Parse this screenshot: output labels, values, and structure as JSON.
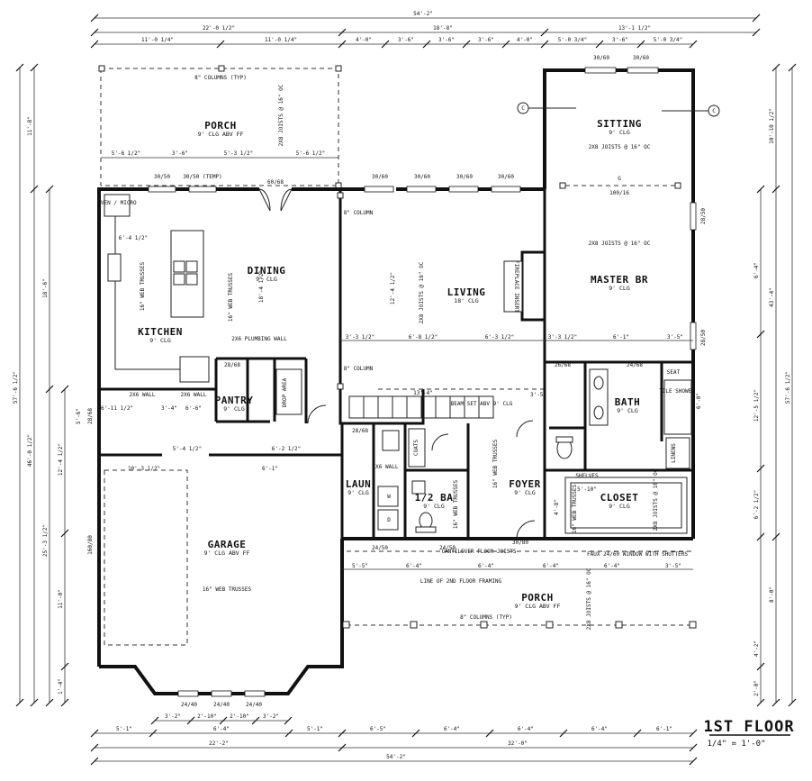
{
  "title": {
    "main": "1ST FLOOR",
    "scale": "1/4\" = 1'-0\""
  },
  "rooms": [
    {
      "name": "PORCH",
      "sub": "9' CLG ABV FF"
    },
    {
      "name": "SITTING",
      "sub": "9' CLG"
    },
    {
      "name": "KITCHEN",
      "sub": "9' CLG"
    },
    {
      "name": "DINING",
      "sub": "9' CLG"
    },
    {
      "name": "LIVING",
      "sub": "18' CLG"
    },
    {
      "name": "MASTER BR",
      "sub": "9' CLG"
    },
    {
      "name": "BATH",
      "sub": "9' CLG"
    },
    {
      "name": "PANTRY",
      "sub": "9' CLG"
    },
    {
      "name": "LAUN",
      "sub": "9' CLG"
    },
    {
      "name": "1/2 BA",
      "sub": "9' CLG"
    },
    {
      "name": "FOYER",
      "sub": "9' CLG"
    },
    {
      "name": "CLOSET",
      "sub": "9' CLG"
    },
    {
      "name": "GARAGE",
      "sub": "9' CLG ABV FF"
    },
    {
      "name": "PORCH",
      "sub": "9' CLG ABV FF"
    }
  ],
  "notes": {
    "columns_top": "8\" COLUMNS (TYP)",
    "columns_bottom": "8\" COLUMNS (TYP)",
    "joists_porch": "2X8 JOISTS @ 16\" OC",
    "joists_sitting": "2X8 JOISTS @ 16\" OC",
    "joists_master": "2X8 JOISTS @ 16\" OC",
    "joists_living": "2X8 JOISTS @ 16\" OC",
    "joists_closet": "2X8 JOISTS @ 16\" OC",
    "joists_frontporch": "2X8 JOISTS @ 16\" OC",
    "web_trusses": "16\" WEB TRUSSES",
    "plumbing_wall": "2X6 PLUMBING WALL",
    "wall_2x6_a": "2X6 WALL",
    "wall_2x6_b": "2X6 WALL",
    "wall_2x6_c": "2X6 WALL",
    "column_a": "8\" COLUMN",
    "column_b": "8\" COLUMN",
    "oven": "OVEN / MICRO",
    "fireplace": "FIREPLACE INSERT",
    "beam": "BEAM SET ABV 9' CLG",
    "coats": "COATS",
    "drop_area": "DROP AREA",
    "seat": "SEAT",
    "shower": "TILE SHOWER",
    "linens": "LINENS",
    "shelves": "SHELVES",
    "cantilever": "CANTILEVER FLOOR JOISTS",
    "line_2nd": "LINE OF 2ND FLOOR FRAMING",
    "faux": "FAUX 24/60 WINDOW WITH SHUTTERS",
    "window_g": "G",
    "grid_c1": "C",
    "grid_c2": "C"
  },
  "windows": {
    "w_porch1": "30/50",
    "w_porch2": "30/50 (TEMP)",
    "w_door_dining": "60/68",
    "w_liv1": "30/60",
    "w_liv2": "30/60",
    "w_liv3": "30/60",
    "w_liv4": "30/60",
    "w_sit1": "30/60",
    "w_sit2": "30/60",
    "w_master": "100/16",
    "w_mbr_side1": "28/50",
    "w_mbr_side2": "28/50",
    "w_gar_side": "28/68",
    "w_gar_door": "160/80",
    "w_gar_bot1": "24/40",
    "w_gar_bot2": "24/40",
    "w_gar_bot3": "24/40",
    "w_front1": "24/50",
    "w_front2": "24/50",
    "w_front3": "30/80",
    "w_bath": "24/68",
    "w_bath2": "26/68",
    "w_laun": "28/68",
    "w_pantry": "28/68"
  },
  "dims": {
    "top_total": "54'-2\"",
    "top_a": "22'-0 1/2\"",
    "top_b": "18'-8\"",
    "top_c": "13'-1 1/2\"",
    "top_a1": "11'-0 1/4\"",
    "top_a2": "11'-0 1/4\"",
    "top_b1": "4'-0\"",
    "top_b2": "3'-6\"",
    "top_b3": "3'-6\"",
    "top_b4": "3'-6\"",
    "top_b5": "4'-0\"",
    "top_c1": "5'-0 3/4\"",
    "top_c2": "3'-6\"",
    "top_c3": "5'-0 3/4\"",
    "porch_a": "5'-6 1/2\"",
    "porch_b": "3'-6\"",
    "porch_c": "5'-3 1/2\"",
    "porch_d": "5'-6 1/2\"",
    "left_total": "57'-6 1/2\"",
    "left_a": "11'-8\"",
    "left_b": "18'-6\"",
    "left_c": "46'-0 1/2\"",
    "left_d": "12'-4 1/2\"",
    "left_e": "25'-3 1/2\"",
    "left_f": "11'-0\"",
    "left_g": "5'-6\"",
    "left_h": "1'-4\"",
    "right_total": "57'-6 1/2\"",
    "right_a": "10'-10 1/2\"",
    "right_b": "43'-4\"",
    "right_c": "8'-0\"",
    "right_d": "6'-4\"",
    "right_e": "12'-5 1/2\"",
    "right_f": "6'-2 1/2\"",
    "right_g": "4'-2\"",
    "right_h": "2'-0\"",
    "bot_total": "54'-2\"",
    "bot_a": "22'-2\"",
    "bot_b": "32'-0\"",
    "bot_a1": "5'-1\"",
    "bot_a2": "6'-4\"",
    "bot_a3": "5'-1\"",
    "bot_b1": "6'-5\"",
    "bot_b2": "6'-4\"",
    "bot_b3": "6'-4\"",
    "bot_b4": "6'-4\"",
    "bot_b5": "6'-1\"",
    "bay_a": "3'-2\"",
    "bay_b": "2'-10\"",
    "bay_c": "2'-10\"",
    "bay_d": "3'-2\"",
    "int_k1": "5'-4 1/2\"",
    "int_k2": "6'-2 1/2\"",
    "int_k3": "10'-3 1/2\"",
    "int_k4": "6'-1\"",
    "int_l1": "3'-3 1/2\"",
    "int_l2": "6'-8 1/2\"",
    "int_l3": "6'-3 1/2\"",
    "int_m1": "3'-3 1/2\"",
    "int_m2": "6'-1\"",
    "int_m3": "3'-5\"",
    "int_f1": "5'-5\"",
    "int_f2": "6'-4\"",
    "int_f3": "6'-4\"",
    "int_f4": "6'-4\"",
    "int_f5": "3'-5\"",
    "int_s1": "6'-4 1/2\"",
    "int_s2": "13'-4\"",
    "int_s3": "12'-4 1/2\"",
    "int_s4": "18'-4 1/2\"",
    "int_s5": "6'-11 1/2\"",
    "int_s6": "3'-4\"",
    "int_s7": "5'-10\"",
    "int_s8": "6'-0\"",
    "int_s9": "4'-8\"",
    "int_s10": "6'-6\""
  }
}
